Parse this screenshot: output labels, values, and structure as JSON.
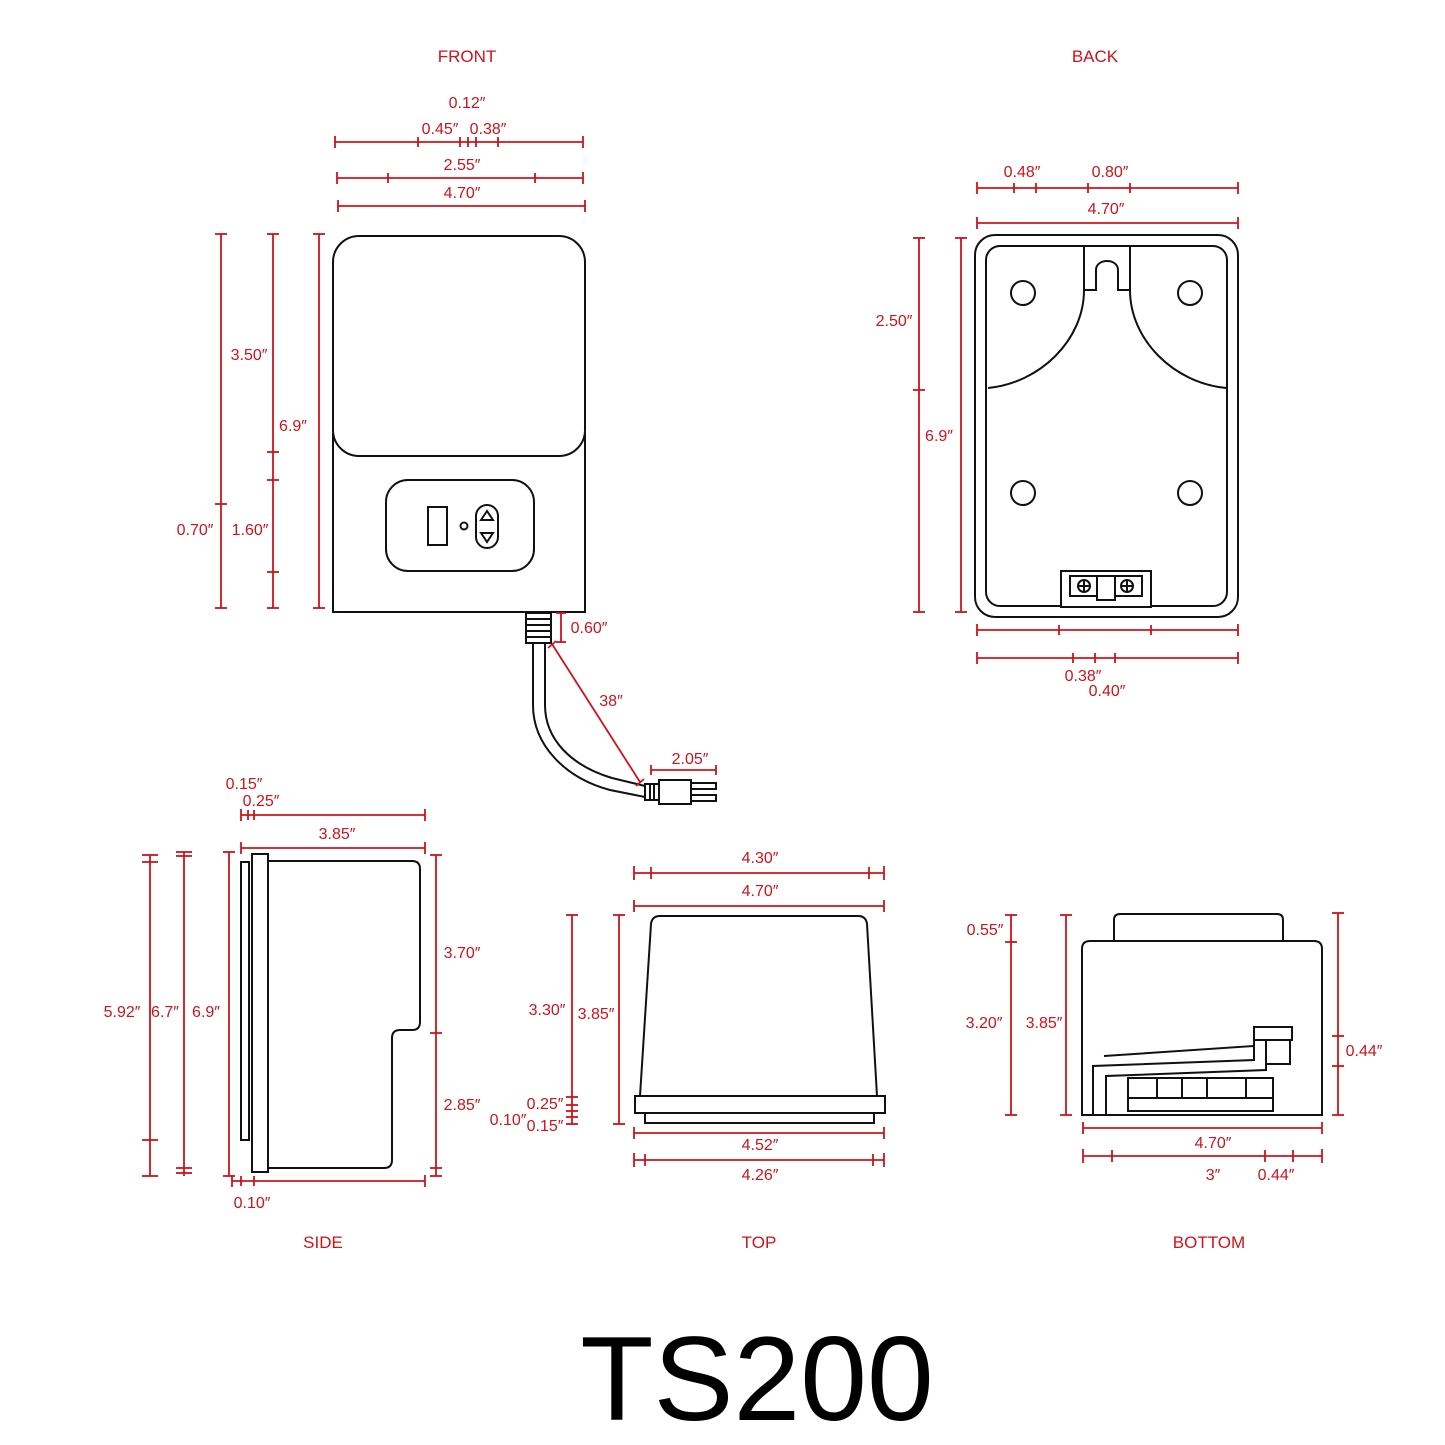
{
  "model": "TS200",
  "colors": {
    "dimension": "#d0121b",
    "outline": "#111111",
    "title": "#000000"
  },
  "views": {
    "front": {
      "label": "FRONT",
      "dims": {
        "d_012": "0.12″",
        "d_045": "0.45″",
        "d_038": "0.38″",
        "d_255": "2.55″",
        "d_470": "4.70″",
        "d_350": "3.50″",
        "d_69": "6.9″",
        "d_070": "0.70″",
        "d_160": "1.60″",
        "d_060": "0.60″",
        "d_38": "38″",
        "d_205": "2.05″"
      }
    },
    "back": {
      "label": "BACK",
      "dims": {
        "d_048": "0.48″",
        "d_080": "0.80″",
        "d_470": "4.70″",
        "d_250": "2.50″",
        "d_69": "6.9″",
        "d_038": "0.38″",
        "d_040": "0.40″"
      }
    },
    "side": {
      "label": "SIDE",
      "dims": {
        "d_015": "0.15″",
        "d_025": "0.25″",
        "d_385": "3.85″",
        "d_592": "5.92″",
        "d_67": "6.7″",
        "d_69": "6.9″",
        "d_370": "3.70″",
        "d_285": "2.85″",
        "d_010": "0.10″"
      }
    },
    "top": {
      "label": "TOP",
      "dims": {
        "d_430": "4.30″",
        "d_470": "4.70″",
        "d_330": "3.30″",
        "d_385": "3.85″",
        "d_025": "0.25″",
        "d_010": "0.10″",
        "d_015": "0.15″",
        "d_452": "4.52″",
        "d_426": "4.26″"
      }
    },
    "bottom": {
      "label": "BOTTOM",
      "dims": {
        "d_055": "0.55″",
        "d_320": "3.20″",
        "d_385": "3.85″",
        "d_044v": "0.44″",
        "d_470": "4.70″",
        "d_3": "3″",
        "d_044h": "0.44″"
      }
    }
  }
}
